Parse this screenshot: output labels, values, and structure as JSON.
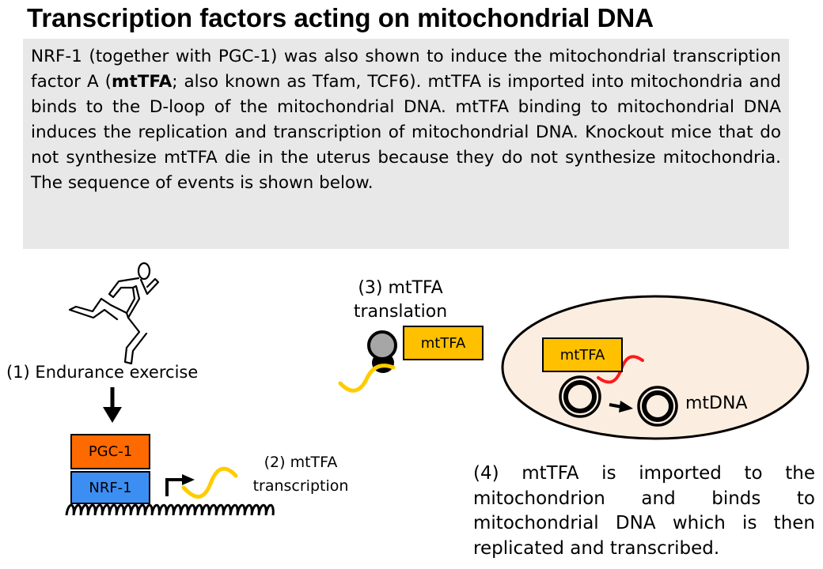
{
  "title": "Transcription factors acting on mitochondrial DNA",
  "intro": {
    "part1": "NRF-1 (together with PGC-1) was also shown to induce the mitochondrial transcription factor A (",
    "bold": "mtTFA",
    "part2": "; also known as Tfam, TCF6). mtTFA is imported into mitochondria and binds to the D-loop of the mitochondrial DNA. mtTFA binding to mitochondrial DNA induces the replication and transcription of mitochondrial DNA. Knockout mice that do not synthesize mtTFA die in the uterus because they do not synthesize mitochondria. The sequence of events is shown below."
  },
  "steps": {
    "step1": "(1) Endurance exercise",
    "step2_line1": "(2) mtTFA",
    "step2_line2": "transcription",
    "step3_line1": "(3) mtTFA",
    "step3_line2": "translation",
    "step4": "(4) mtTFA is imported to the mitochondrion and binds to mitochondrial DNA which is then replicated and transcribed."
  },
  "proteins": {
    "pgc1": "PGC-1",
    "nrf1": "NRF-1",
    "mttfa_cyto": "mtTFA",
    "mttfa_mito": "mtTFA"
  },
  "labels": {
    "mtdna": "mtDNA"
  },
  "colors": {
    "pgc1": "#ff6a00",
    "nrf1": "#3d8ef2",
    "mttfa": "#ffc000",
    "mrna": "#ffcc00",
    "mito_strand": "#ff1a1a",
    "mitochondrion_fill": "#fbeee0",
    "ribosome": "#a6a6a6",
    "panel_bg": "#e8e8e8"
  },
  "icons": [
    "runner-icon",
    "down-arrow-icon",
    "transcription-start-arrow-icon",
    "ribosome-icon",
    "mitochondrion-icon",
    "mtdna-circle-icon"
  ]
}
